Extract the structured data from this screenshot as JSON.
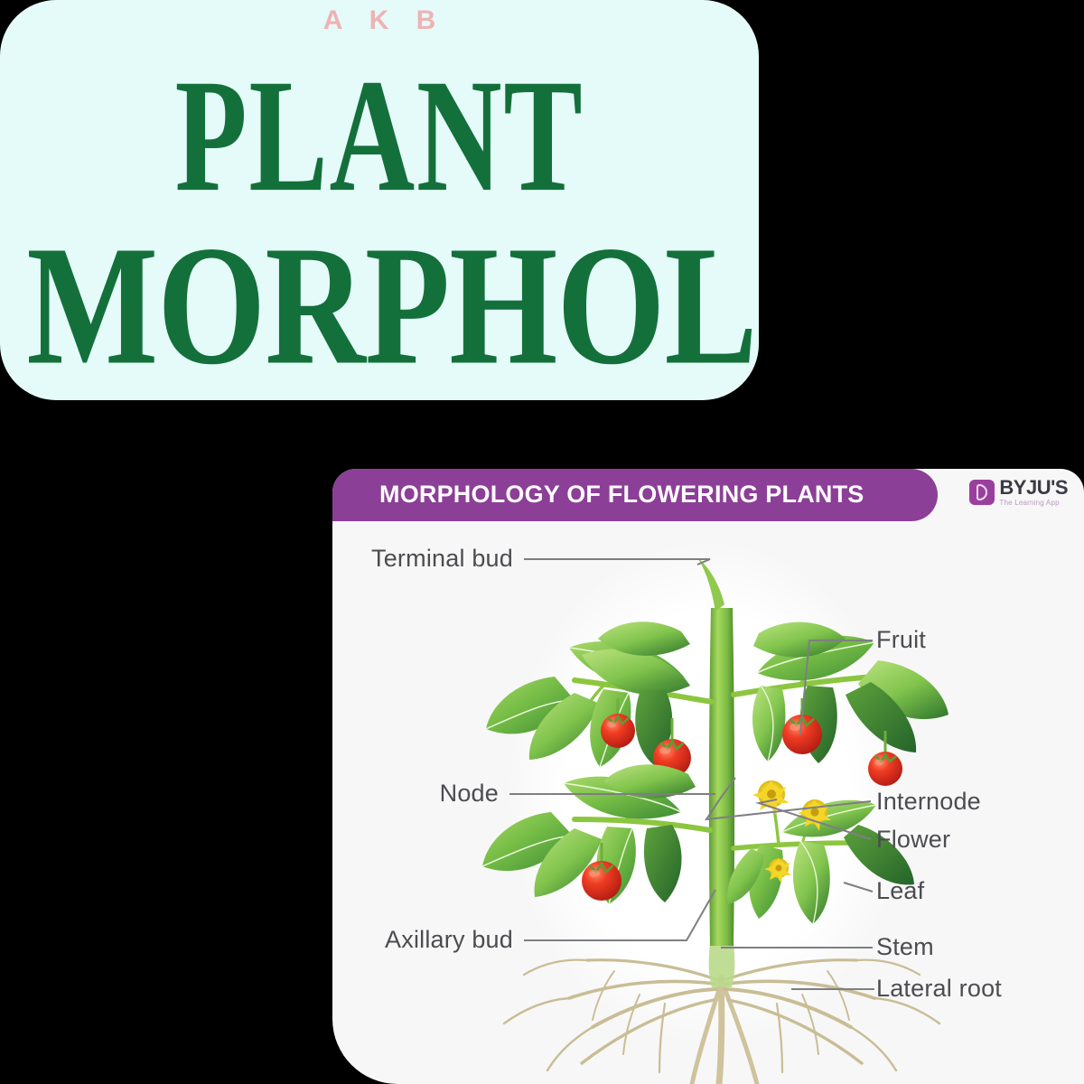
{
  "title_card": {
    "brand": "A K B",
    "line1": "PLANT",
    "line2": "MORPHOLOGY",
    "background_color": "#e4fbfa",
    "text_color": "#14703a",
    "brand_color": "#efb3b3"
  },
  "diagram_card": {
    "banner_title": "MORPHOLOGY OF FLOWERING PLANTS",
    "banner_color": "#8c3f96",
    "background_color": "#f7f7f7",
    "logo": {
      "name": "BYJU'S",
      "tagline": "The Learning App",
      "mark_letter": "B",
      "color": "#9b3f9e"
    },
    "labels_left": [
      {
        "text": "Terminal bud"
      },
      {
        "text": "Node"
      },
      {
        "text": "Axillary bud"
      }
    ],
    "labels_right": [
      {
        "text": "Fruit"
      },
      {
        "text": "Internode"
      },
      {
        "text": "Flower"
      },
      {
        "text": "Leaf"
      },
      {
        "text": "Stem"
      },
      {
        "text": "Lateral root"
      }
    ],
    "illustration": {
      "subject": "tomato plant",
      "leaf_color": "#7cbf4f",
      "fruit_color": "#e23a27",
      "flower_color": "#f2d42c",
      "stem_color": "#8cc63f",
      "root_color": "#cdbf96"
    }
  }
}
